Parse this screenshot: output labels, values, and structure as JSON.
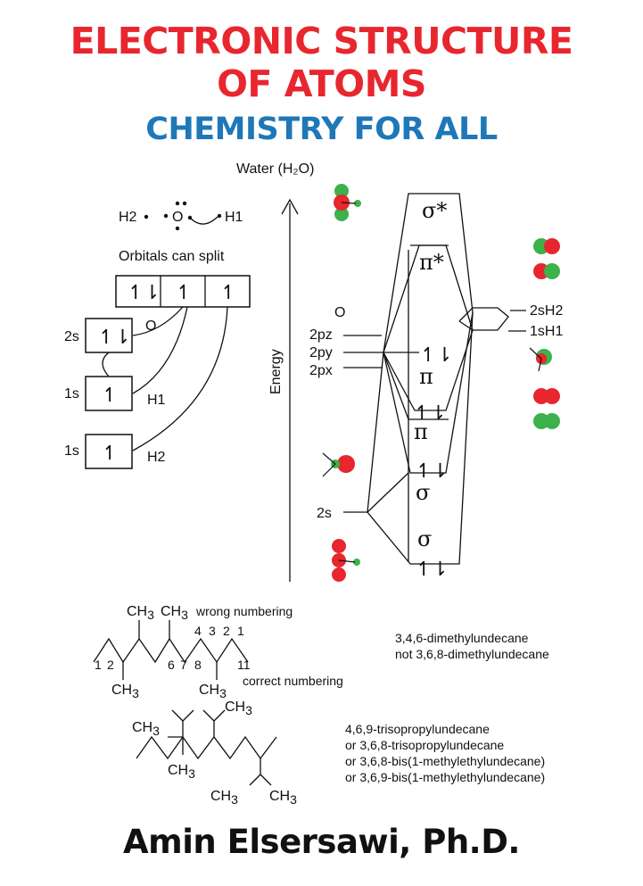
{
  "cover": {
    "title_line1": "ELECTRONIC STRUCTURE",
    "title_line2": "OF ATOMS",
    "subtitle": "CHEMISTRY FOR ALL",
    "author": "Amin Elsersawi, Ph.D."
  },
  "left_diagram": {
    "molecule": "Water (H₂O)",
    "h2": "H2",
    "o": "O",
    "h1": "H1",
    "split_note": "Orbitals can split",
    "o_box": "O",
    "row_2s": "2s",
    "row_1s_a": "1s",
    "row_1s_b": "1s",
    "label_h1": "H1",
    "label_h2": "H2",
    "paired": "↿⇂",
    "single": "↿"
  },
  "mo_diagram": {
    "energy_axis": "Energy",
    "o_label": "O",
    "orbitals": [
      "2pz",
      "2py",
      "2px",
      "2s"
    ],
    "h_orbitals": [
      "2sH2",
      "1sH1"
    ],
    "sigma_star": "σ*",
    "pi_star": "π*",
    "pi": "π",
    "sigma": "σ",
    "electron_pair": "↿⇂"
  },
  "chem1": {
    "ch3": "CH",
    "sub3": "3",
    "wrong": "wrong numbering",
    "correct": "correct numbering",
    "top_numbers": [
      "4",
      "3",
      "2",
      "1"
    ],
    "bottom_numbers": [
      "1",
      "2",
      "6",
      "7",
      "8",
      "11"
    ],
    "name_line1": "3,4,6-dimethylundecane",
    "name_line2": "not 3,6,8-dimethylundecane"
  },
  "chem2": {
    "names": [
      "4,6,9-trisopropylundecane",
      "or 3,6,8-trisopropylundecane",
      "or 3,6,8-bis(1-methylethylundecane)",
      "or 3,6,9-bis(1-methylethylundecane)"
    ]
  }
}
